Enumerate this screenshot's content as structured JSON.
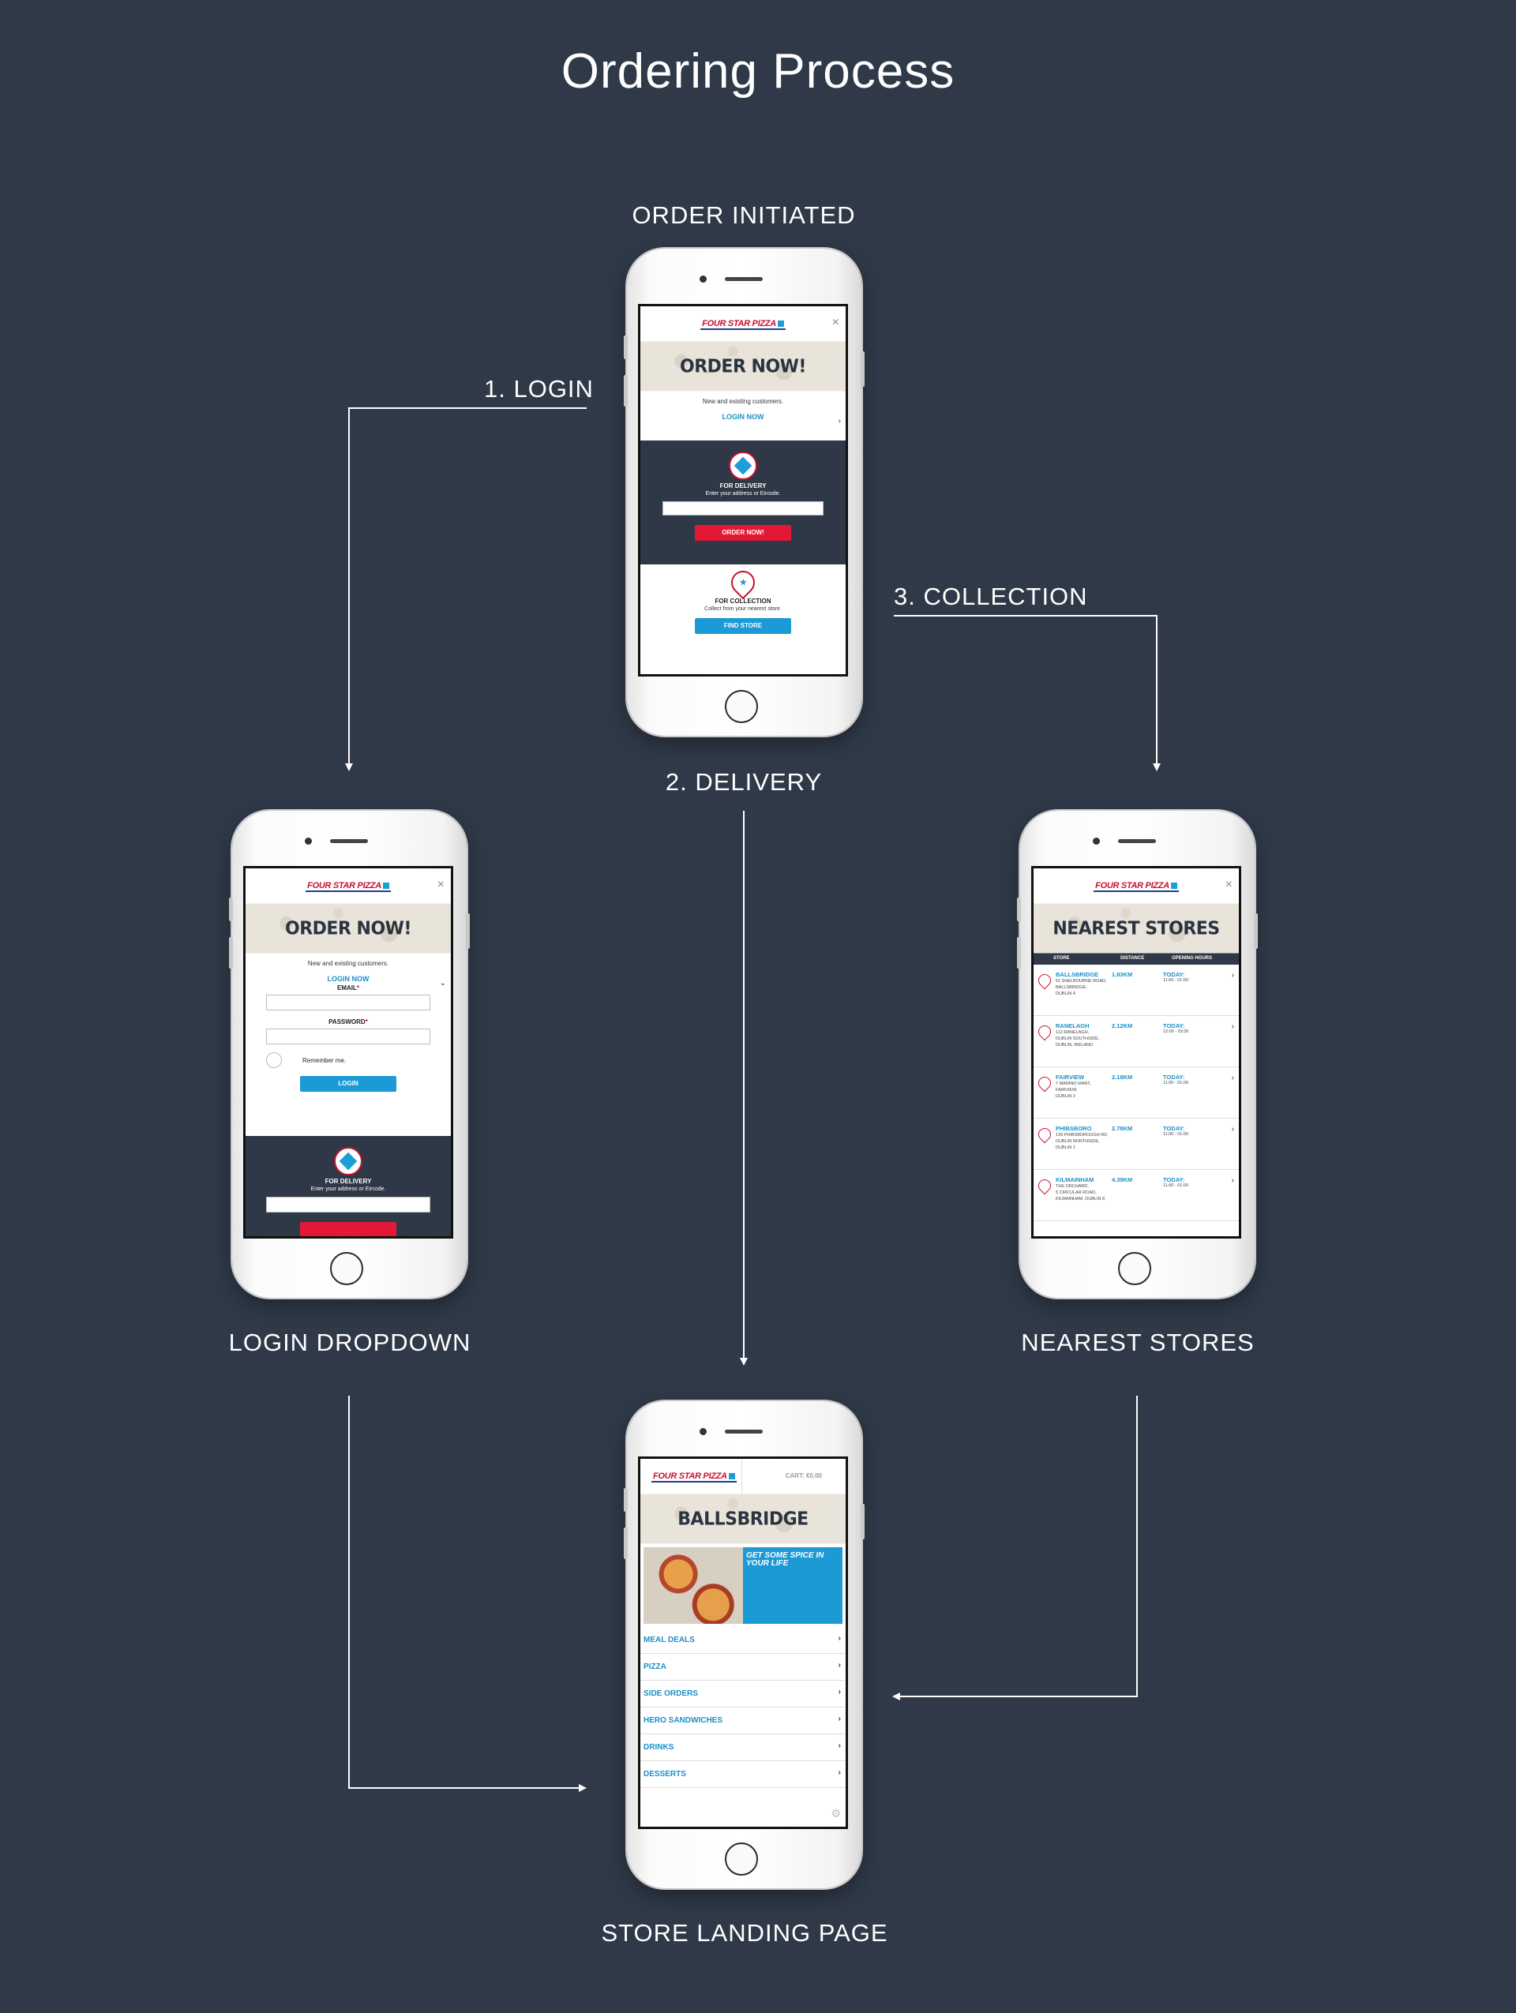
{
  "title": "Ordering Process",
  "labels": {
    "order_initiated": "ORDER INITIATED",
    "login": "1. LOGIN",
    "delivery": "2. DELIVERY",
    "collection": "3. COLLECTION",
    "login_dropdown": "LOGIN DROPDOWN",
    "nearest_stores": "NEAREST STORES",
    "store_landing": "STORE LANDING PAGE"
  },
  "common": {
    "logo": "FOUR STAR PIZZA",
    "close": "×",
    "order_now_heading": "ORDER NOW!",
    "customers_text": "New and existing customers.",
    "login_now": "LOGIN NOW",
    "for_delivery": "FOR DELIVERY",
    "delivery_sub": "Enter your address or Eircode.",
    "order_now_btn": "ORDER NOW!",
    "for_collection": "FOR COLLECTION",
    "collection_sub": "Collect from your nearest store.",
    "find_store": "FIND STORE"
  },
  "login_form": {
    "email_label": "EMAIL",
    "password_label": "PASSWORD",
    "required": "*",
    "remember": "Remember me.",
    "login_btn": "LOGIN"
  },
  "stores": {
    "heading": "NEAREST STORES",
    "columns": [
      "STORE",
      "DISTANCE",
      "OPENING HOURS"
    ],
    "rows": [
      {
        "name": "BALLSBRIDGE",
        "addr1": "51 SHELBOURNE ROAD,",
        "addr2": "BALLSBRIDGE,",
        "addr3": "DUBLIN 4",
        "dist": "1.83KM",
        "today": "TODAY:",
        "hours": "11:00 - 01:00"
      },
      {
        "name": "RANELAGH",
        "addr1": "112 RANELAGH,",
        "addr2": "DUBLIN SOUTHSIDE,",
        "addr3": "DUBLIN, IRELAND",
        "dist": "2.12KM",
        "today": "TODAY:",
        "hours": "12:00 - 03:30"
      },
      {
        "name": "FAIRVIEW",
        "addr1": "7 MARINO MART,",
        "addr2": "FAIRVIEW,",
        "addr3": "DUBLIN 3",
        "dist": "2.18KM",
        "today": "TODAY:",
        "hours": "11:00 - 01:00"
      },
      {
        "name": "PHIBSBORO",
        "addr1": "139 PHIBSBOROUGH RD,",
        "addr2": "DUBLIN NORTHSIDE,",
        "addr3": "DUBLIN 1",
        "dist": "2.78KM",
        "today": "TODAY:",
        "hours": "11:00 - 01:00"
      },
      {
        "name": "KILMAINHAM",
        "addr1": "THE ORCHARD,",
        "addr2": "5 CIRCULAR ROAD,",
        "addr3": "KILMAINHAM, DUBLIN 8",
        "dist": "4.39KM",
        "today": "TODAY:",
        "hours": "11:00 - 01:00"
      }
    ]
  },
  "landing": {
    "cart": "CART: €0.00",
    "store_name": "BALLSBRIDGE",
    "promo_text": "GET SOME SPICE IN YOUR LIFE",
    "menu": [
      "MEAL DEALS",
      "PIZZA",
      "SIDE ORDERS",
      "HERO SANDWICHES",
      "DRINKS",
      "DESSERTS"
    ]
  },
  "colors": {
    "background": "#2f3947",
    "brand_red": "#c8102e",
    "brand_blue": "#1b8fc9",
    "dark_panel": "#2e3846"
  }
}
